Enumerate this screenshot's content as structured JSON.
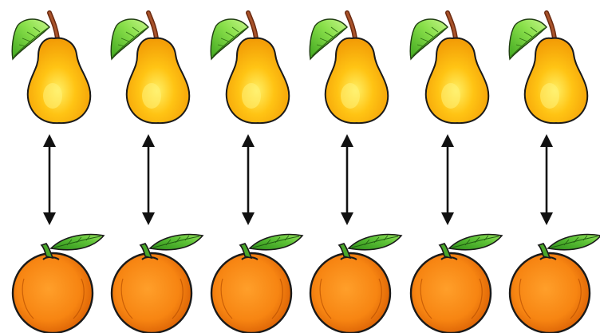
{
  "colors": {
    "pear_body": "#ffc414",
    "pear_body_dark": "#f29a05",
    "pear_highlight": "#fff066",
    "pear_stem": "#9a3f1b",
    "leaf": "#6acb3c",
    "leaf_light": "#b2ee6e",
    "orange_body": "#f78512",
    "orange_dark": "#d95f04",
    "outline": "#111111",
    "arrow": "#111111"
  },
  "pairs": [
    {
      "top": "pear",
      "bottom": "orange",
      "connector": "double-arrow"
    },
    {
      "top": "pear",
      "bottom": "orange",
      "connector": "double-arrow"
    },
    {
      "top": "pear",
      "bottom": "orange",
      "connector": "double-arrow"
    },
    {
      "top": "pear",
      "bottom": "orange",
      "connector": "double-arrow"
    },
    {
      "top": "pear",
      "bottom": "orange",
      "connector": "double-arrow"
    },
    {
      "top": "pear",
      "bottom": "orange",
      "connector": "double-arrow"
    }
  ]
}
